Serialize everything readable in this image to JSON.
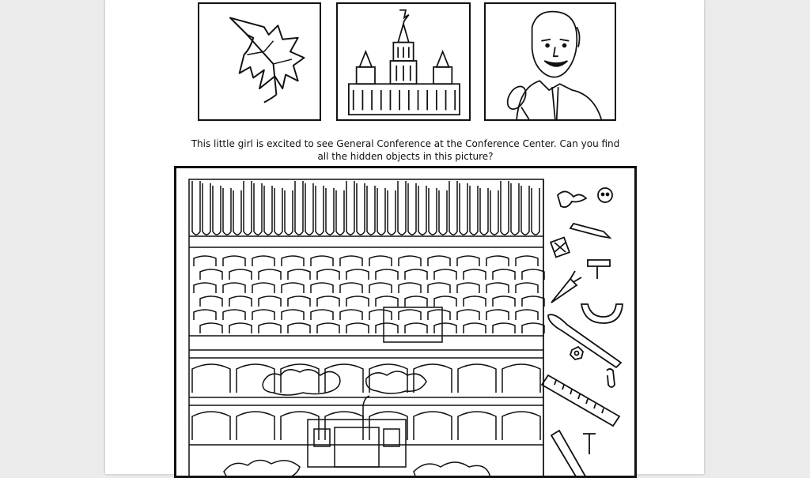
{
  "caption": {
    "line1": "This little girl is excited to see General Conference at the Conference Center. Can you find",
    "line2": "all the hidden objects in this picture?"
  },
  "images": [
    {
      "subject": "maple leaf"
    },
    {
      "subject": "temple with angel statue"
    },
    {
      "subject": "speaker at microphone"
    }
  ],
  "hidden_objects": [
    "bird-icon",
    "button-icon",
    "crayon-icon",
    "envelope-icon",
    "hammer-icon",
    "carrot-icon",
    "horseshoe-icon",
    "paintbrush-icon",
    "nut-icon",
    "paperclip-icon",
    "ruler-icon",
    "pencil-icon",
    "nail-icon"
  ]
}
